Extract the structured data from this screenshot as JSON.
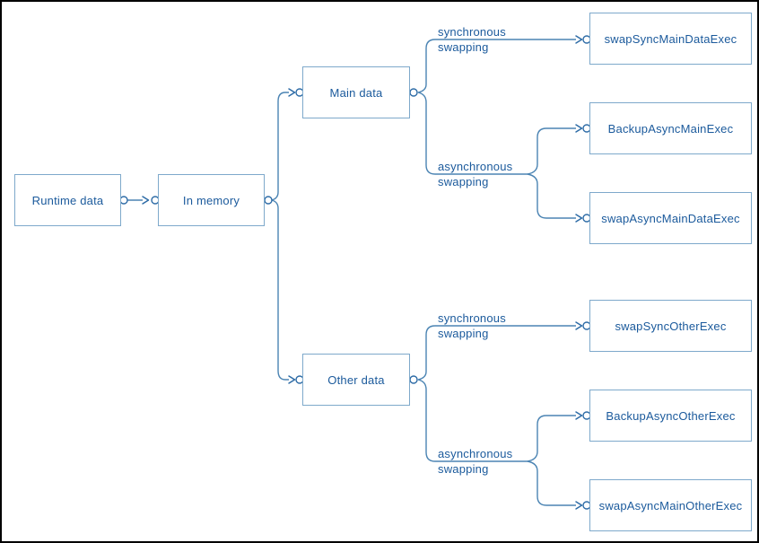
{
  "diagram": {
    "nodes": {
      "runtime_data": {
        "label": "Runtime data"
      },
      "in_memory": {
        "label": "In memory"
      },
      "main_data": {
        "label": "Main data"
      },
      "other_data": {
        "label": "Other data"
      },
      "swap_sync_main": {
        "label": "swapSyncMainDataExec"
      },
      "backup_async_main": {
        "label": "BackupAsyncMainExec"
      },
      "swap_async_main": {
        "label": "swapAsyncMainDataExec"
      },
      "swap_sync_other": {
        "label": "swapSyncOtherExec"
      },
      "backup_async_other": {
        "label": "BackupAsyncOtherExec"
      },
      "swap_async_other": {
        "label": "swapAsyncMainOtherExec"
      }
    },
    "edge_labels": {
      "main_sync": {
        "line1": "synchronous",
        "line2": "swapping"
      },
      "main_async": {
        "line1": "asynchronous",
        "line2": "swapping"
      },
      "other_sync": {
        "line1": "synchronous",
        "line2": "swapping"
      },
      "other_async": {
        "line1": "asynchronous",
        "line2": "swapping"
      }
    },
    "colors": {
      "text": "#1b5a9c",
      "box_border": "#7ea9cb",
      "connector": "#4b84b3",
      "marker": "#2d6ba6",
      "background": "#ffffff",
      "frame": "#000000"
    }
  }
}
